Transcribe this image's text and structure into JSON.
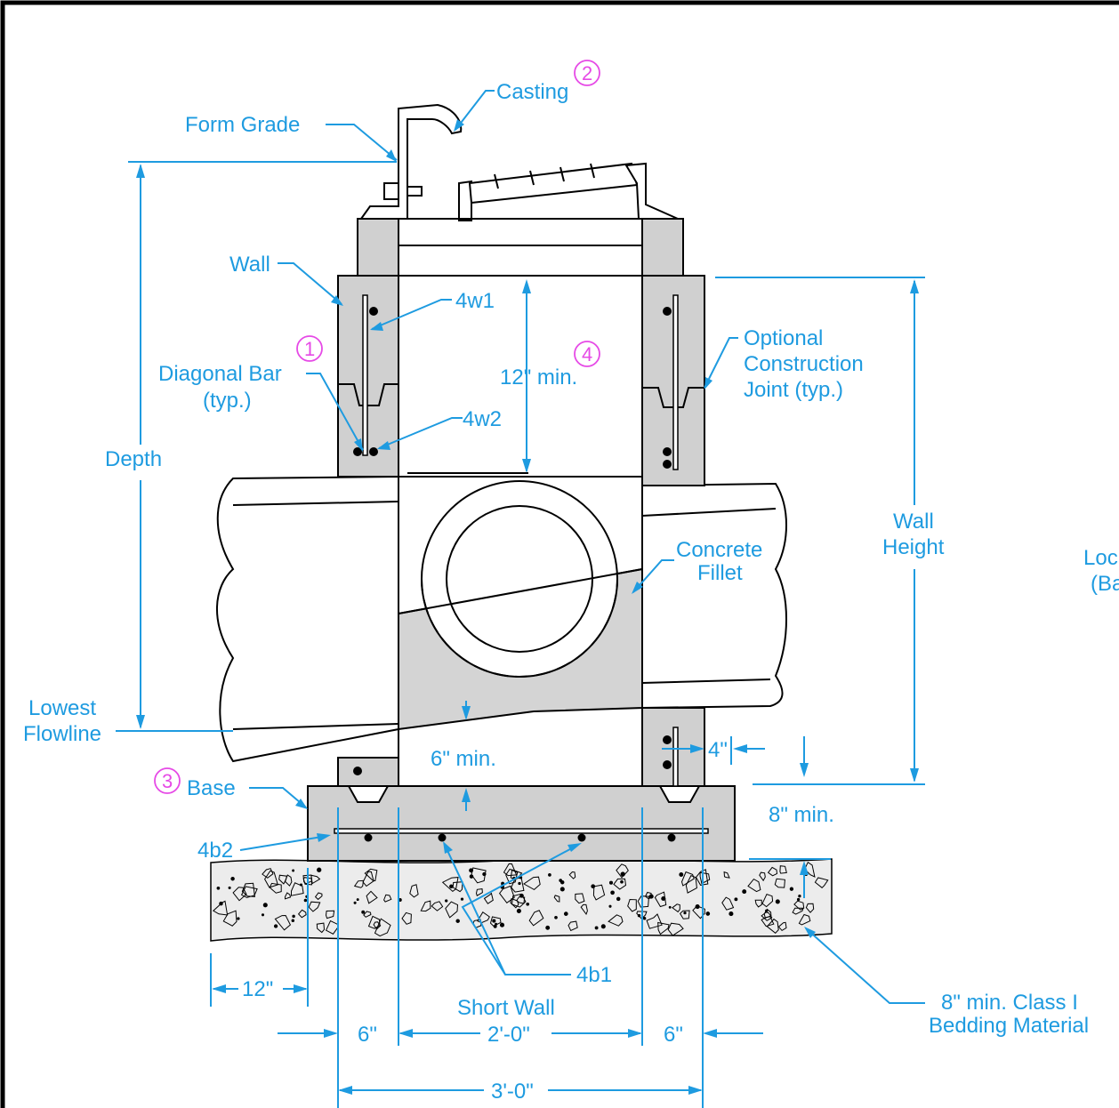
{
  "labels": {
    "form_grade": "Form Grade",
    "casting": "Casting",
    "wall": "Wall",
    "w1": "4w1",
    "w2": "4w2",
    "diagonal_bar_1": "Diagonal Bar",
    "diagonal_bar_2": "(typ.)",
    "twelve_min": "12\" min.",
    "optional_1": "Optional",
    "optional_2": "Construction",
    "optional_3": "Joint (typ.)",
    "depth": "Depth",
    "wall_height_1": "Wall",
    "wall_height_2": "Height",
    "concrete_fillet_1": "Concrete",
    "concrete_fillet_2": "Fillet",
    "loc_1": "Loc",
    "loc_2": "(Ba",
    "lowest_flowline_1": "Lowest",
    "lowest_flowline_2": "Flowline",
    "six_min": "6\" min.",
    "four_in": "4\"",
    "base": "Base",
    "eight_min": "8\" min.",
    "b2": "4b2",
    "b1": "4b1",
    "twelve_in": "12\"",
    "short_wall": "Short Wall",
    "six_left": "6\"",
    "two_ft": "2'-0\"",
    "six_right": "6\"",
    "three_ft": "3'-0\"",
    "bedding_1": "8\" min. Class I",
    "bedding_2": "Bedding Material"
  },
  "callouts": {
    "n1": "1",
    "n2": "2",
    "n3": "3",
    "n4": "4"
  },
  "colors": {
    "annotation": "#1e9be0",
    "callout": "#e64ae6",
    "concrete": "#d0d0d0"
  }
}
